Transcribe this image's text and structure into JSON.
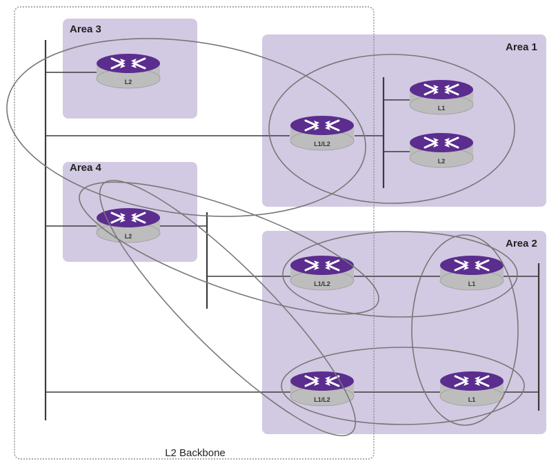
{
  "colors": {
    "area_fill": "#d2c9e2",
    "router_top": "#5b2d8e",
    "router_body": "#bdbdbd",
    "line": "#3a3a3a",
    "ellipse": "#777777"
  },
  "backbone": {
    "label": "L2 Backbone"
  },
  "areas": [
    {
      "id": "area3",
      "label": "Area 3"
    },
    {
      "id": "area1",
      "label": "Area 1"
    },
    {
      "id": "area4",
      "label": "Area 4"
    },
    {
      "id": "area2",
      "label": "Area 2"
    }
  ],
  "routers": [
    {
      "id": "r-area3",
      "label": "L2",
      "icon": "router-icon"
    },
    {
      "id": "r-area1-l1l2",
      "label": "L1/L2",
      "icon": "router-icon"
    },
    {
      "id": "r-area1-l1",
      "label": "L1",
      "icon": "router-icon"
    },
    {
      "id": "r-area1-l2",
      "label": "L2",
      "icon": "router-icon"
    },
    {
      "id": "r-area4",
      "label": "L2",
      "icon": "router-icon"
    },
    {
      "id": "r-area2-l1l2-top",
      "label": "L1/L2",
      "icon": "router-icon"
    },
    {
      "id": "r-area2-l1-top",
      "label": "L1",
      "icon": "router-icon"
    },
    {
      "id": "r-area2-l1l2-bottom",
      "label": "L1/L2",
      "icon": "router-icon"
    },
    {
      "id": "r-area2-l1-bottom",
      "label": "L1",
      "icon": "router-icon"
    }
  ]
}
